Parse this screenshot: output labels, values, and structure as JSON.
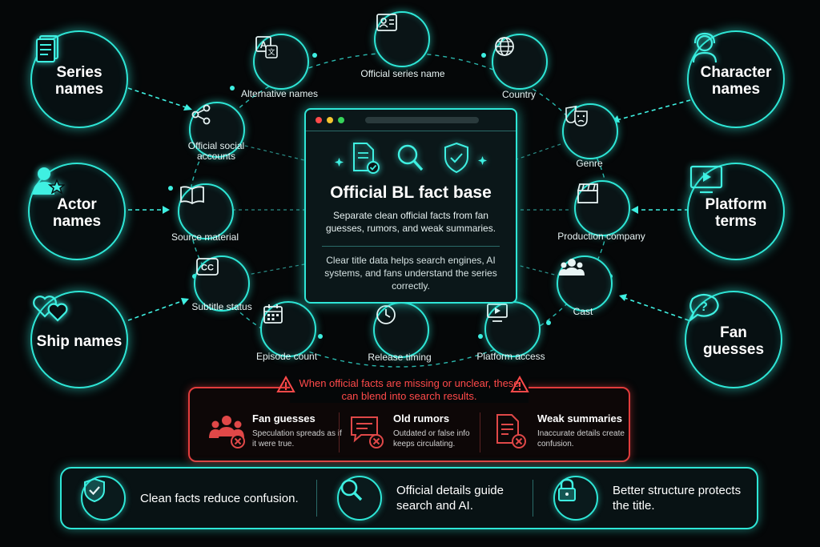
{
  "colors": {
    "accent": "#2ee6d6",
    "warning": "#e23c3c",
    "background": "#050708"
  },
  "outer_nodes": {
    "series_names": {
      "label": "Series names",
      "icon": "document-icon"
    },
    "actor_names": {
      "label": "Actor names",
      "icon": "person-star-icon"
    },
    "ship_names": {
      "label": "Ship names",
      "icon": "hearts-icon"
    },
    "character_names": {
      "label": "Character names",
      "icon": "person-headset-icon"
    },
    "platform_terms": {
      "label": "Platform terms",
      "icon": "screen-play-icon"
    },
    "fan_guesses": {
      "label": "Fan guesses",
      "icon": "question-bubble-icon"
    }
  },
  "ring_nodes": {
    "official_series_name": {
      "label": "Official series name",
      "icon": "id-card-icon"
    },
    "country": {
      "label": "Country",
      "icon": "globe-icon"
    },
    "genre": {
      "label": "Genre",
      "icon": "theater-masks-icon"
    },
    "production_company": {
      "label": "Production company",
      "icon": "clapperboard-icon"
    },
    "cast": {
      "label": "Cast",
      "icon": "group-icon"
    },
    "platform_access": {
      "label": "Platform access",
      "icon": "monitor-play-icon"
    },
    "release_timing": {
      "label": "Release timing",
      "icon": "clock-icon"
    },
    "episode_count": {
      "label": "Episode count",
      "icon": "calendar-icon"
    },
    "subtitle_status": {
      "label": "Subtitle status",
      "icon": "cc-icon"
    },
    "source_material": {
      "label": "Source material",
      "icon": "open-book-icon"
    },
    "official_social_accounts": {
      "label": "Official social accounts",
      "icon": "share-icon"
    },
    "alternative_names": {
      "label": "Alternative names",
      "icon": "translate-icon"
    }
  },
  "center_panel": {
    "title": "Official BL fact base",
    "description": "Separate clean official facts from fan guesses, rumors, and weak summaries.",
    "note": "Clear title data helps search engines, AI systems, and fans understand the series correctly.",
    "icons": [
      "document-check-icon",
      "magnifier-icon",
      "shield-check-icon"
    ]
  },
  "warning_box": {
    "heading": "When official facts are missing or unclear, these can blend into search results.",
    "items": [
      {
        "title": "Fan guesses",
        "desc": "Speculation spreads as if it were true.",
        "icon": "crowd-x-icon"
      },
      {
        "title": "Old rumors",
        "desc": "Outdated or false info keeps circulating.",
        "icon": "chat-x-icon"
      },
      {
        "title": "Weak summaries",
        "desc": "Inaccurate details create confusion.",
        "icon": "doc-x-icon"
      }
    ]
  },
  "bottom_bar": {
    "items": [
      {
        "text": "Clean facts reduce confusion.",
        "icon": "shield-check-icon"
      },
      {
        "text": "Official details guide search and AI.",
        "icon": "magnifier-icon"
      },
      {
        "text": "Better structure protects the title.",
        "icon": "padlock-icon"
      }
    ]
  }
}
